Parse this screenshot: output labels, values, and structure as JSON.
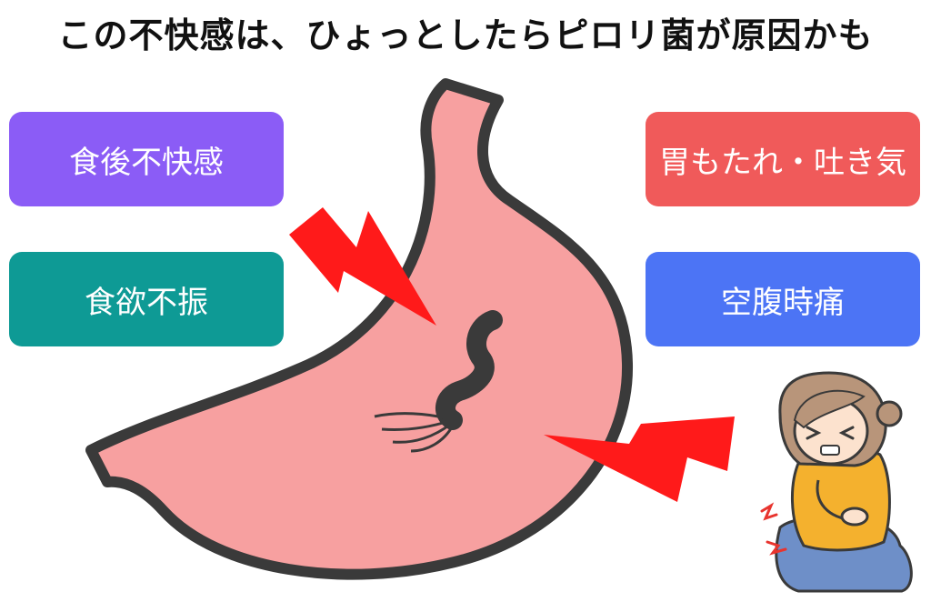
{
  "title": "この不快感は、ひょっとしたらピロリ菌が原因かも",
  "symptoms": [
    {
      "label": "食後不快感",
      "color": "#8B5CF6"
    },
    {
      "label": "食欲不振",
      "color": "#0E9A95"
    },
    {
      "label": "胃もたれ・吐き気",
      "color": "#F05A5A"
    },
    {
      "label": "空腹時痛",
      "color": "#4C74F5"
    }
  ],
  "colors": {
    "stomach_fill": "#F7A0A0",
    "stomach_outline": "#3A3A3A",
    "lightning": "#FF1A1A",
    "bacteria": "#3A3A3A",
    "shirt": "#F4B12E",
    "pants": "#6E8FC8",
    "hair": "#B8957A",
    "skin": "#FCE2CE"
  }
}
